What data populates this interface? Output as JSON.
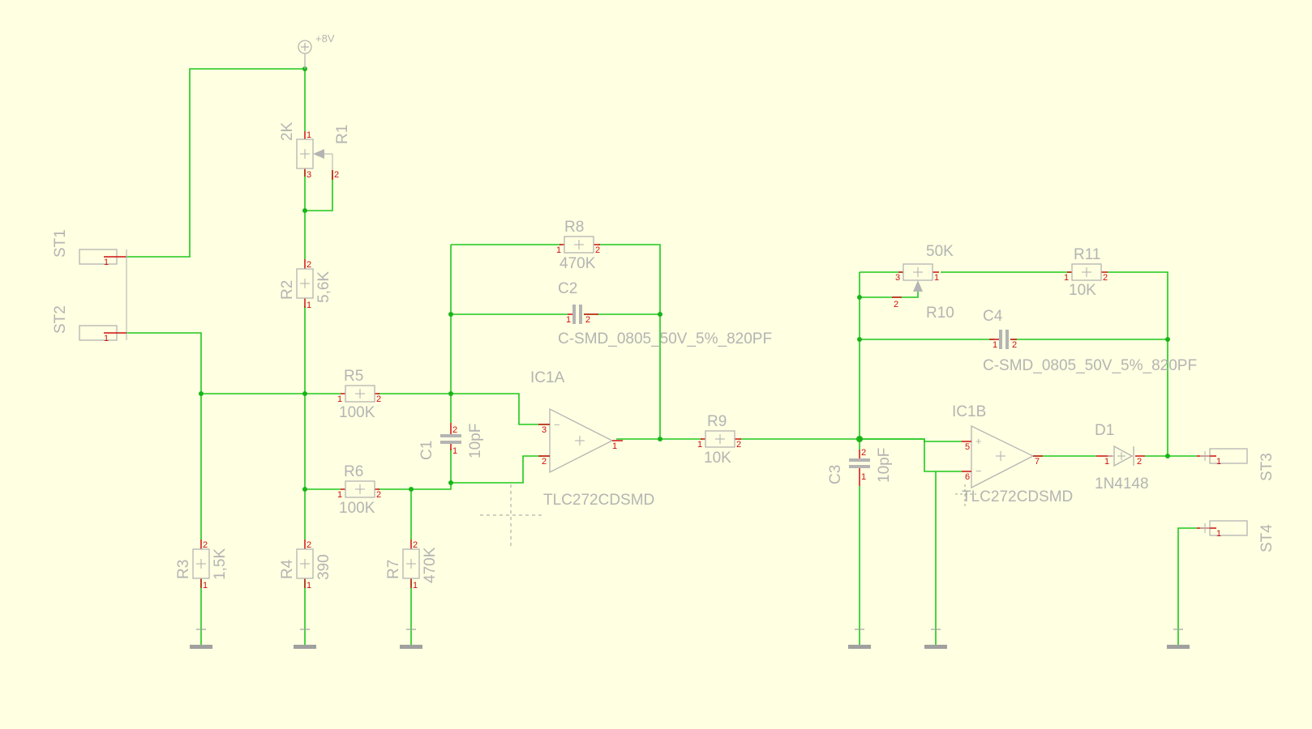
{
  "colors": {
    "background": "#ffffe1",
    "net": "#1ec81e",
    "junction": "#19b419",
    "symbol": "#b4b4b4",
    "pin": "#cc1010",
    "ground": "#a0a0a0"
  },
  "power": {
    "label": "+8V",
    "icon": "power-supply-circle-plus-icon"
  },
  "connectors": {
    "st1": {
      "name": "ST1",
      "pin": "1"
    },
    "st2": {
      "name": "ST2",
      "pin": "1"
    },
    "st3": {
      "name": "ST3",
      "pin": "1"
    },
    "st4": {
      "name": "ST4",
      "pin": "1"
    }
  },
  "resistors": {
    "r1": {
      "name": "R1",
      "value": "2K",
      "pin1": "1",
      "pin2": "2",
      "pin3": "3"
    },
    "r2": {
      "name": "R2",
      "value": "5,6K",
      "pin1": "1",
      "pin2": "2"
    },
    "r3": {
      "name": "R3",
      "value": "1,5K",
      "pin1": "1",
      "pin2": "2"
    },
    "r4": {
      "name": "R4",
      "value": "390",
      "pin1": "1",
      "pin2": "2"
    },
    "r5": {
      "name": "R5",
      "value": "100K",
      "pin1": "1",
      "pin2": "2"
    },
    "r6": {
      "name": "R6",
      "value": "100K",
      "pin1": "1",
      "pin2": "2"
    },
    "r7": {
      "name": "R7",
      "value": "470K",
      "pin1": "1",
      "pin2": "2"
    },
    "r8": {
      "name": "R8",
      "value": "470K",
      "pin1": "1",
      "pin2": "2"
    },
    "r9": {
      "name": "R9",
      "value": "10K",
      "pin1": "1",
      "pin2": "2"
    },
    "r10": {
      "name": "R10",
      "value": "50K",
      "pin1": "1",
      "pin2": "2",
      "pin3": "3"
    },
    "r11": {
      "name": "R11",
      "value": "10K",
      "pin1": "1",
      "pin2": "2"
    }
  },
  "capacitors": {
    "c1": {
      "name": "C1",
      "value": "10pF",
      "pin1": "1",
      "pin2": "2"
    },
    "c2": {
      "name": "C2",
      "value": "C-SMD_0805_50V_5%_820PF",
      "pin1": "1",
      "pin2": "2"
    },
    "c3": {
      "name": "C3",
      "value": "10pF",
      "pin1": "1",
      "pin2": "2"
    },
    "c4": {
      "name": "C4",
      "value": "C-SMD_0805_50V_5%_820PF",
      "pin1": "1",
      "pin2": "2"
    }
  },
  "opamps": {
    "ic1a": {
      "name": "IC1A",
      "value": "TLC272CDSMD",
      "pin_plus": "3",
      "pin_minus": "2",
      "pin_out": "1"
    },
    "ic1b": {
      "name": "IC1B",
      "value": "TLC272CDSMD",
      "pin_plus": "5",
      "pin_minus": "6",
      "pin_out": "7"
    }
  },
  "diode": {
    "name": "D1",
    "value": "1N4148",
    "pin1": "1",
    "pin2": "2"
  }
}
